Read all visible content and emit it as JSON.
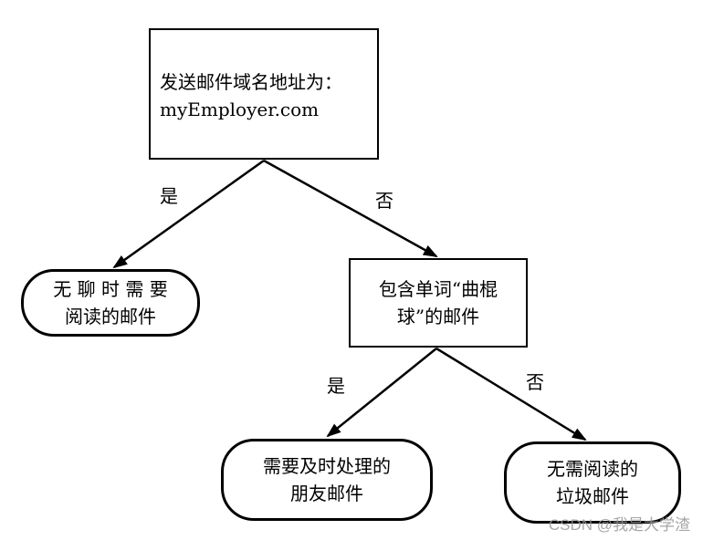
{
  "tree": {
    "root": {
      "lines": [
        "发送邮件域名地址为：",
        "myEmployer.com"
      ]
    },
    "left_leaf": {
      "lines": [
        "无 聊 时 需 要",
        "阅读的邮件"
      ]
    },
    "middle": {
      "lines": [
        "包含单词“曲棍",
        "球”的邮件"
      ]
    },
    "bottom_left_leaf": {
      "lines": [
        "需要及时处理的",
        "朋友邮件"
      ]
    },
    "bottom_right_leaf": {
      "lines": [
        "无需阅读的",
        "垃圾邮件"
      ]
    },
    "edges": {
      "root_yes": "是",
      "root_no": "否",
      "middle_yes": "是",
      "middle_no": "否"
    }
  },
  "watermark": "CSDN @我是大学渣"
}
